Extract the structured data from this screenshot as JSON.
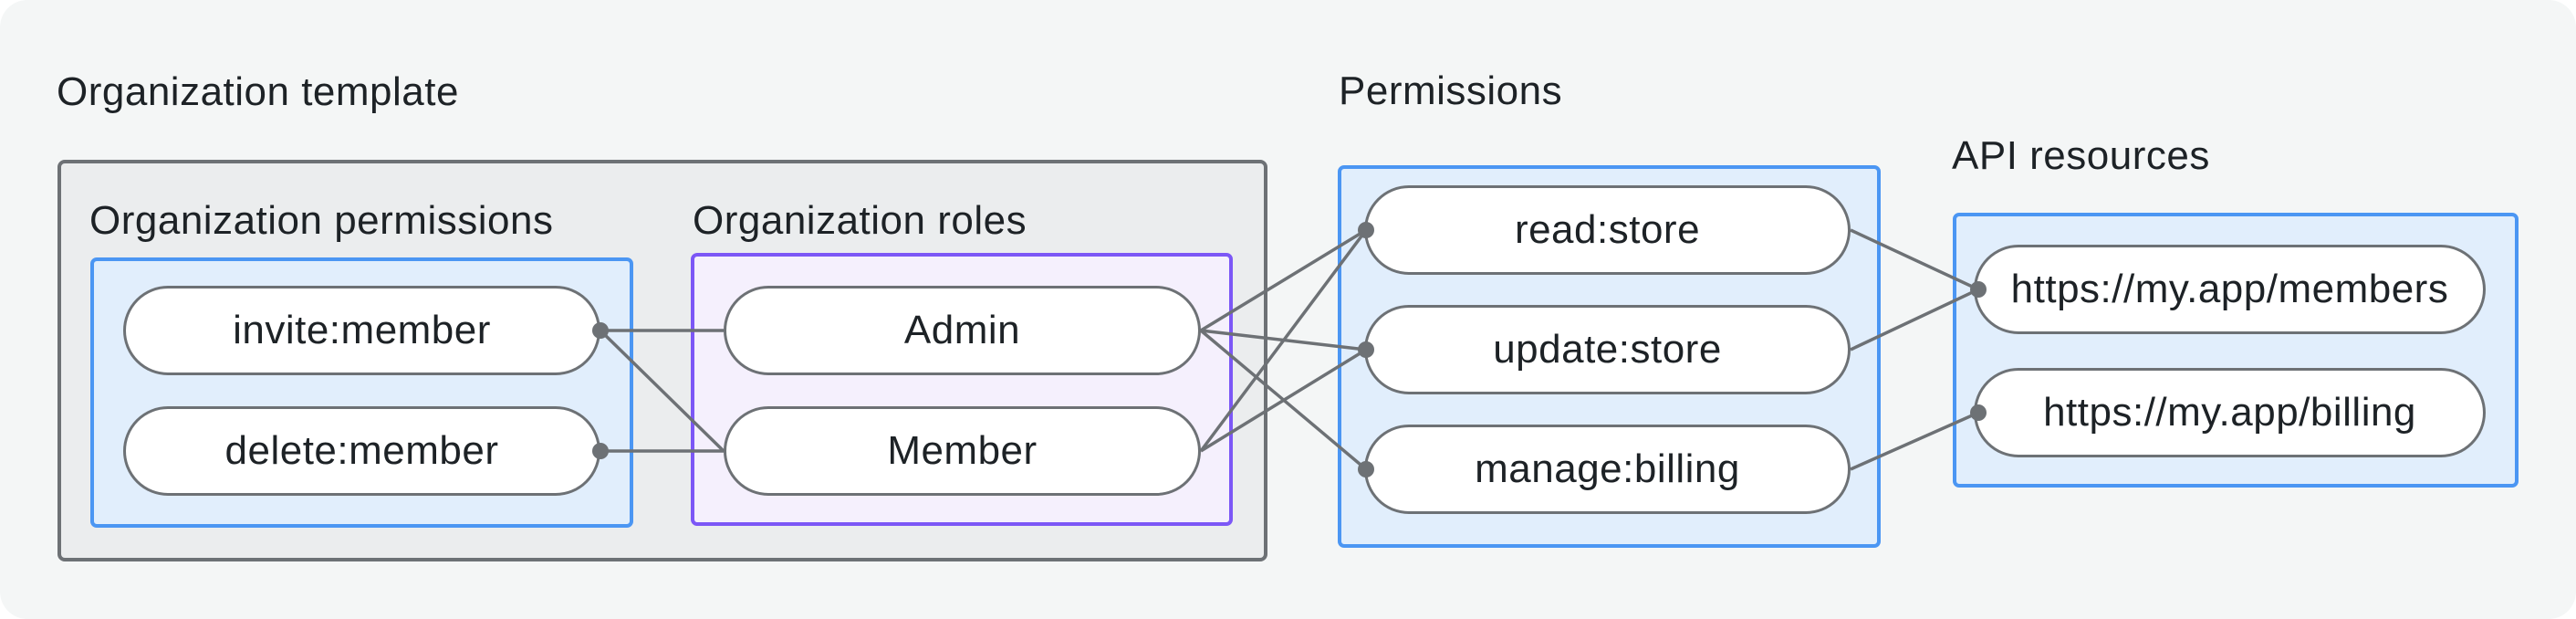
{
  "labels": {
    "title": "Organization template",
    "org_permissions": "Organization permissions",
    "org_roles": "Organization roles",
    "permissions": "Permissions",
    "api_resources": "API resources"
  },
  "nodes": {
    "invite": "invite:member",
    "delete": "delete:member",
    "admin": "Admin",
    "member": "Member",
    "read": "read:store",
    "update": "update:store",
    "manage": "manage:billing",
    "members_api": "https://my.app/members",
    "billing_api": "https://my.app/billing"
  },
  "edges": [
    {
      "from": "invite",
      "to": "admin"
    },
    {
      "from": "invite",
      "to": "member"
    },
    {
      "from": "delete",
      "to": "member"
    },
    {
      "from": "admin",
      "to": "read"
    },
    {
      "from": "admin",
      "to": "update"
    },
    {
      "from": "admin",
      "to": "manage"
    },
    {
      "from": "member",
      "to": "read"
    },
    {
      "from": "member",
      "to": "update"
    },
    {
      "from": "read",
      "to": "members_api"
    },
    {
      "from": "update",
      "to": "members_api"
    },
    {
      "from": "manage",
      "to": "billing_api"
    }
  ],
  "colors": {
    "canvas_bg": "#f4f6f6",
    "group_box_bg": "#ebedee",
    "group_box_border": "#6d7175",
    "blue_box_bg": "#e1eefc",
    "blue_box_border": "#4b96f3",
    "purple_box_bg": "#f5f0fd",
    "purple_box_border": "#7c57f6",
    "node_bg": "#ffffff",
    "node_border": "#6d7175",
    "edge": "#6d7175",
    "text": "#1d2226"
  }
}
